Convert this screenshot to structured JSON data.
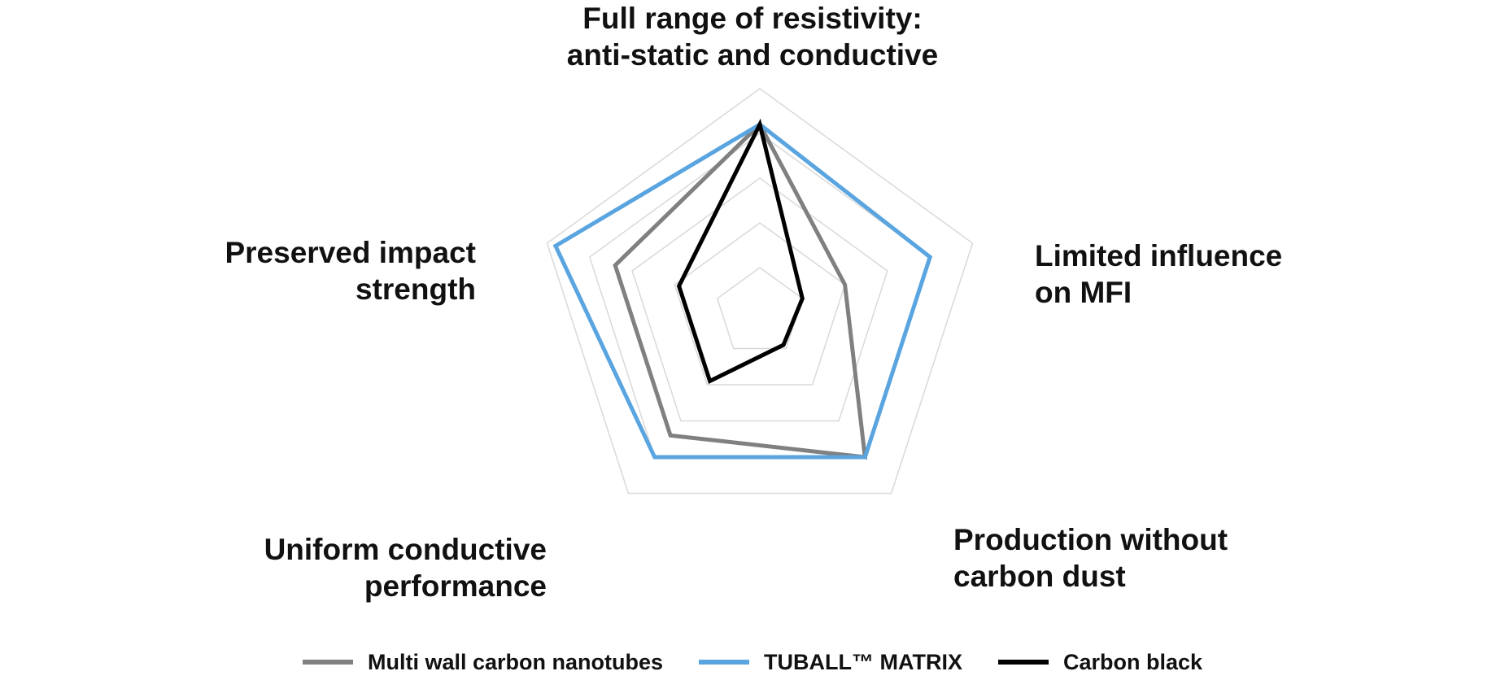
{
  "chart_data": {
    "type": "radar",
    "axes": [
      {
        "lines": [
          "Full range of resistivity:",
          "anti-static and conductive"
        ]
      },
      {
        "lines": [
          "Limited influence",
          "on MFI"
        ]
      },
      {
        "lines": [
          "Production without",
          "carbon dust"
        ]
      },
      {
        "lines": [
          "Uniform conductive",
          "performance"
        ]
      },
      {
        "lines": [
          "Preserved impact",
          "strength"
        ]
      }
    ],
    "rlim": [
      0,
      5
    ],
    "grid_levels": [
      1,
      2,
      3,
      4,
      5
    ],
    "grid": true,
    "legend_position": "bottom",
    "series": [
      {
        "name": "Multi wall carbon nanotubes",
        "color": "#808080",
        "values": [
          4.2,
          2.0,
          4.0,
          3.4,
          3.4
        ]
      },
      {
        "name": "TUBALL™ MATRIX",
        "color": "#5aa5e0",
        "values": [
          4.2,
          4.0,
          4.0,
          4.0,
          4.8
        ]
      },
      {
        "name": "Carbon black",
        "color": "#000000",
        "values": [
          4.2,
          1.0,
          0.9,
          1.9,
          1.9
        ]
      }
    ]
  }
}
